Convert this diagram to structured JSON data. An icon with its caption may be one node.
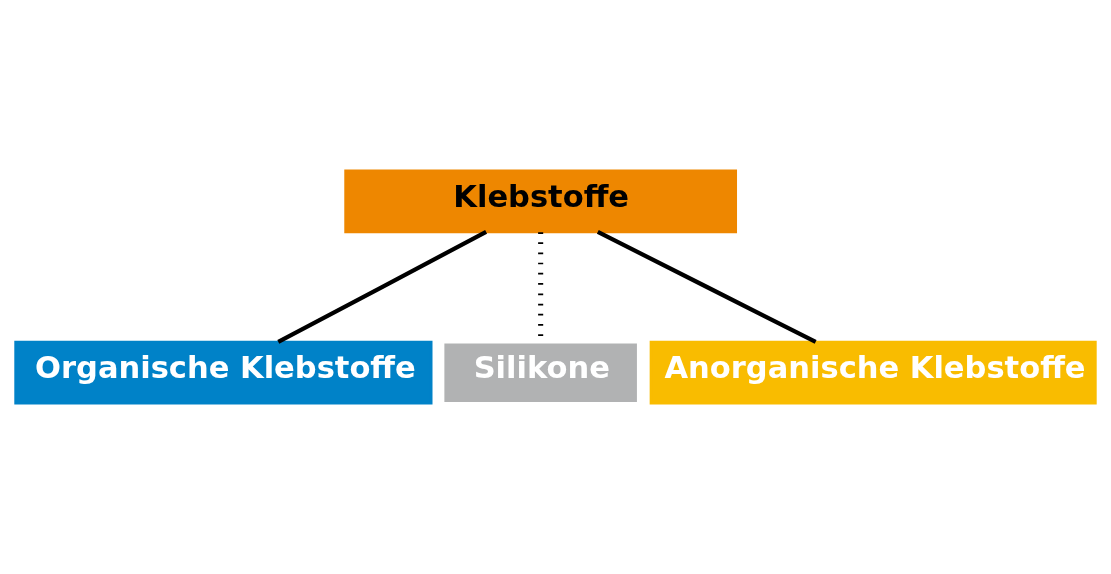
{
  "diagram": {
    "nodes": [
      {
        "text": [
          "Klebstoffe"
        ]
      },
      {
        "text": [
          "Organische Klebstoffe"
        ]
      },
      {
        "text": [
          "Silikone"
        ]
      },
      {
        "text": [
          "Anorganische Klebstoffe"
        ]
      }
    ],
    "edges": [
      {
        "from": 0,
        "to": 1,
        "arrow": "none"
      },
      {
        "from": 0,
        "to": 2,
        "arrow": "none",
        "style": "dashed"
      },
      {
        "from": 0,
        "to": 3,
        "arrow": "none"
      }
    ]
  }
}
